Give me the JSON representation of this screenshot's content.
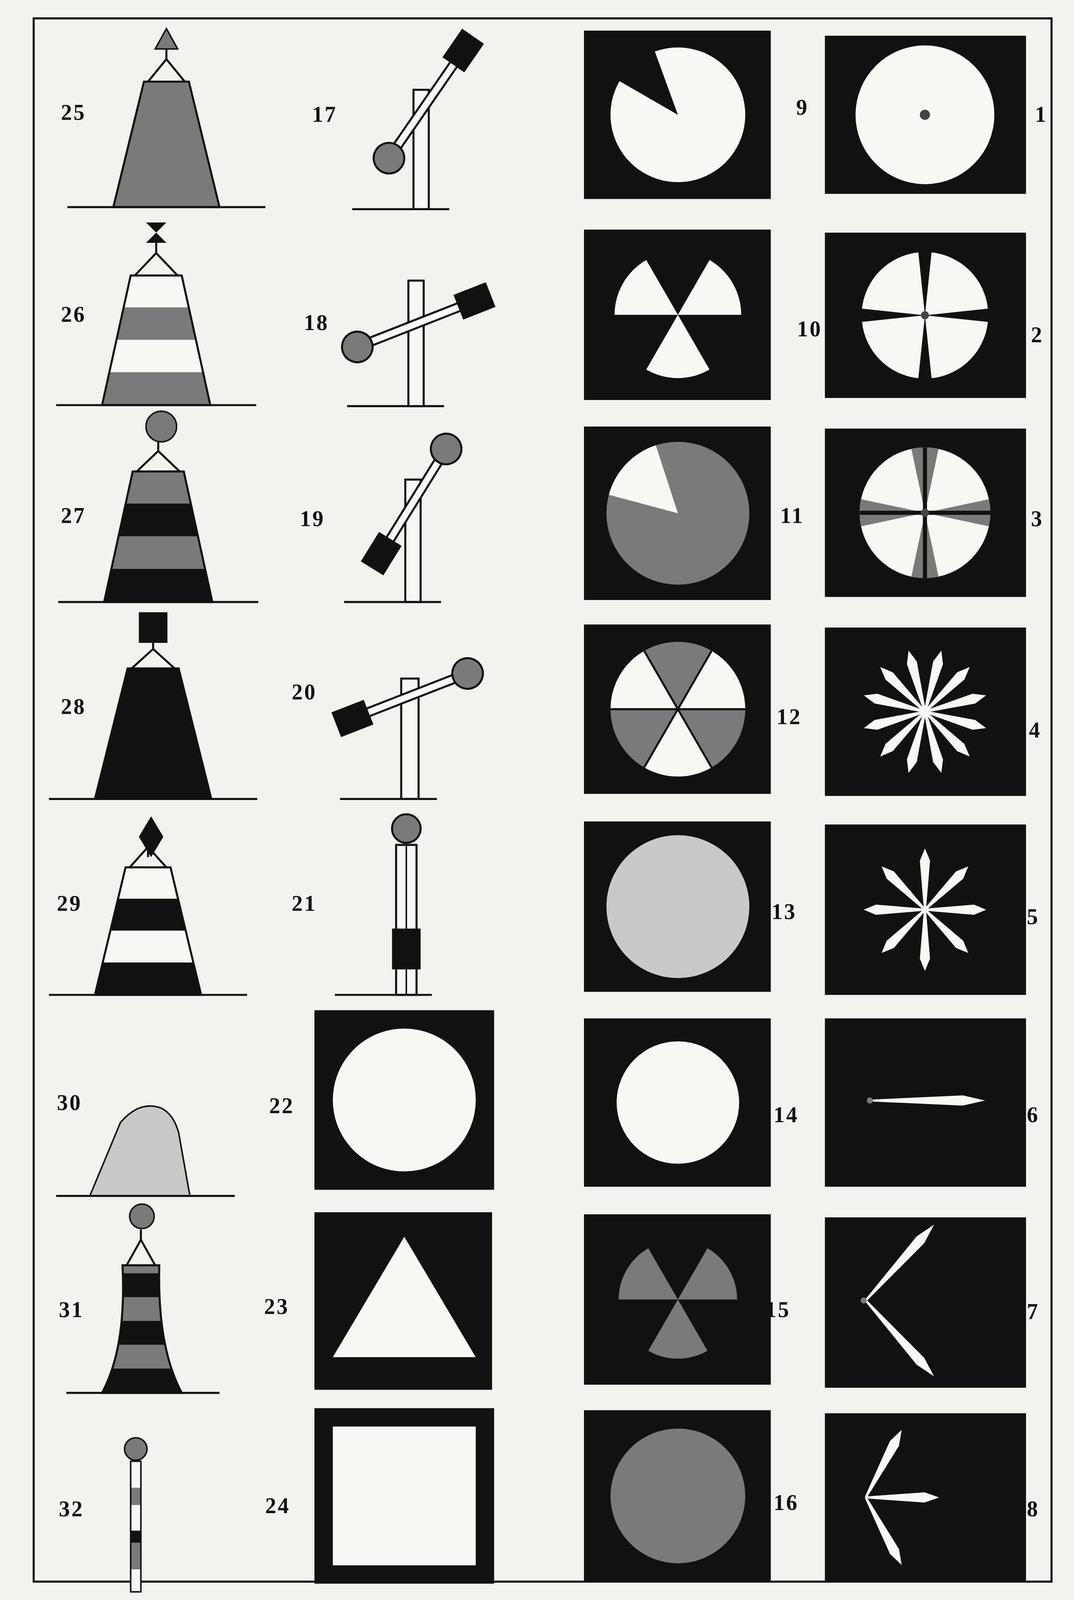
{
  "diagram": {
    "labels": [
      "25",
      "17",
      "9",
      "1",
      "26",
      "18",
      "10",
      "2",
      "27",
      "19",
      "11",
      "3",
      "28",
      "20",
      "12",
      "4",
      "29",
      "21",
      "13",
      "5",
      "30",
      "22",
      "14",
      "6",
      "31",
      "23",
      "15",
      "7",
      "32",
      "24",
      "16",
      "8"
    ]
  }
}
